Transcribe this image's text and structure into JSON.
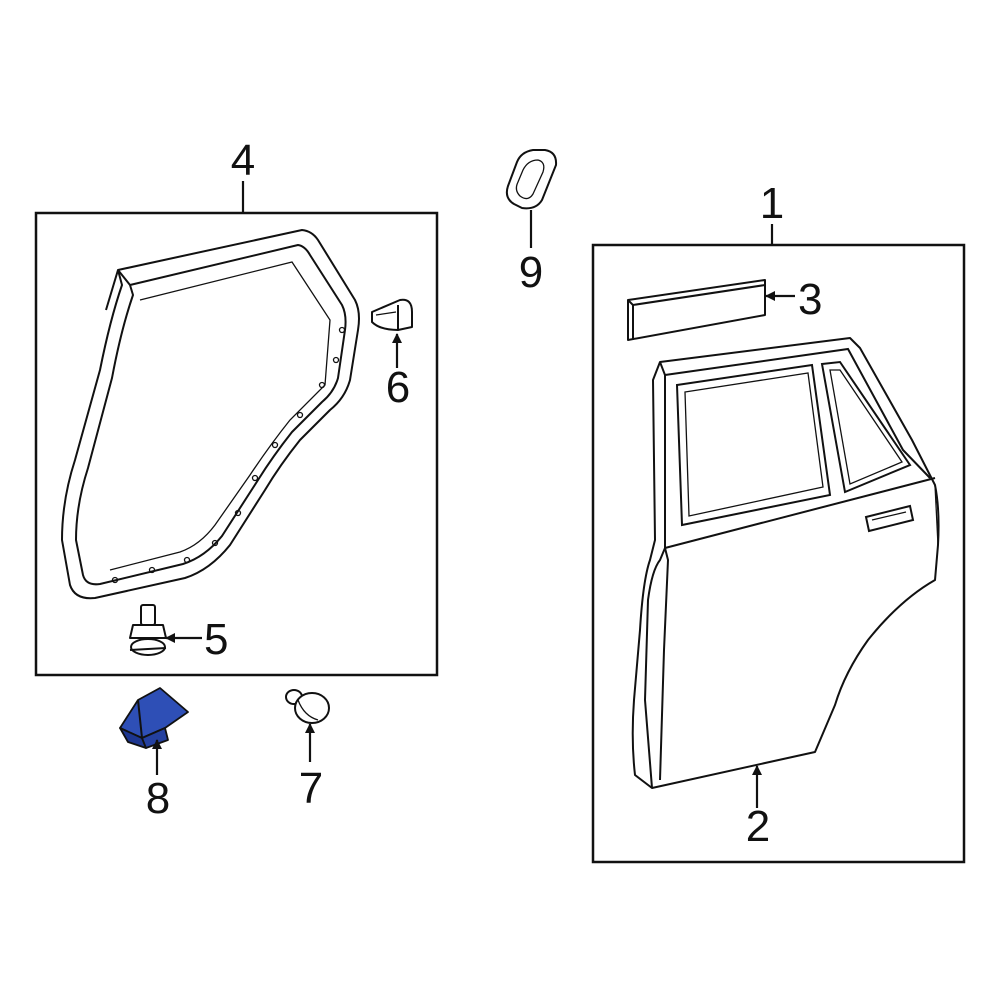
{
  "callouts": {
    "c1": "1",
    "c2": "2",
    "c3": "3",
    "c4": "4",
    "c5": "5",
    "c6": "6",
    "c7": "7",
    "c8": "8",
    "c9": "9"
  },
  "colors": {
    "highlight": "#2e4fb6",
    "highlight_dark": "#1d3690",
    "line": "#111111",
    "background": "#ffffff"
  }
}
